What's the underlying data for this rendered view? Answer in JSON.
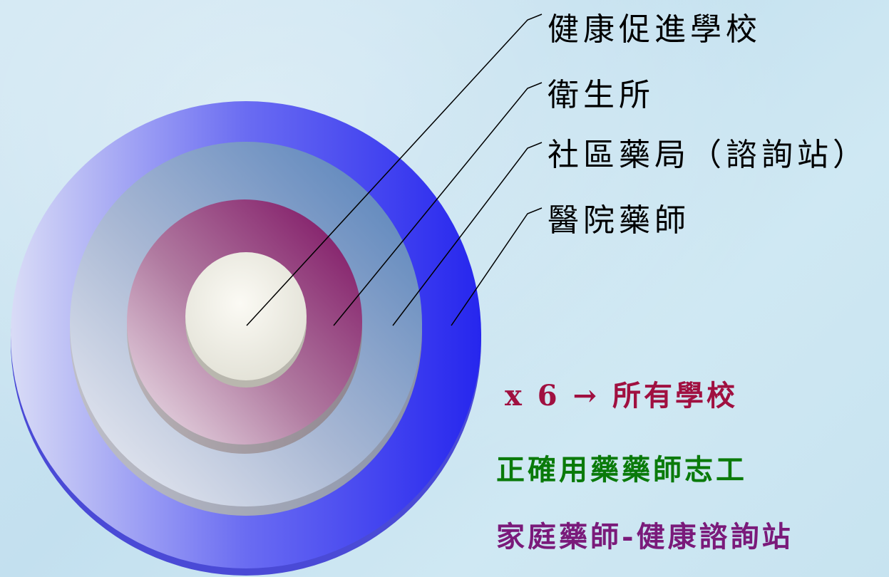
{
  "colors": {
    "background": "#cfe6f2",
    "outer_ring": "#2b2bf0",
    "second_ring": "#6f92bf",
    "third_ring": "#8a1a6e",
    "center_disc": "#f3f2ea",
    "note_red": "#a01040",
    "note_green": "#0a7a0a",
    "note_purple": "#7a1a7a"
  },
  "rings": {
    "labels": [
      "健康促進學校",
      "衛生所",
      "社區藥局（諮詢站）",
      "醫院藥師"
    ]
  },
  "notes": {
    "line1_prefix": "x 6 →",
    "line1_suffix": "所有學校",
    "line2": "正確用藥藥師志工",
    "line3": "家庭藥師-健康諮詢站"
  }
}
